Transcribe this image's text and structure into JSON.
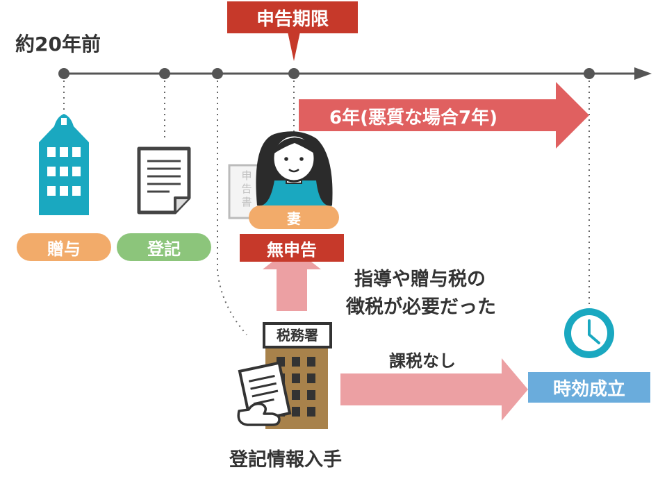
{
  "timeline": {
    "start_label": "約20年前",
    "deadline_label": "申告期限",
    "period_label": "6年(悪質な場合7年)"
  },
  "events": {
    "gift_label": "贈与",
    "registration_label": "登記",
    "wife_label": "妻",
    "no_return_label": "無申告",
    "return_doc_text": "申告書",
    "tax_office_sign": "税務署",
    "registration_info_label": "登記情報入手"
  },
  "notes": {
    "guidance_line1": "指導や贈与税の",
    "guidance_line2": "徴税が必要だった",
    "no_tax_label": "課税なし",
    "statute_label": "時効成立"
  },
  "colors": {
    "timeline": "#555555",
    "deadline_red": "#c6392a",
    "period_arrow": "#e06060",
    "light_arrow": "#eca0a3",
    "gift_orange": "#f2ab6a",
    "registration_green": "#8cc57b",
    "building_teal": "#1aa8c0",
    "office_brown": "#a8824b",
    "statute_blue": "#6aacdc"
  }
}
